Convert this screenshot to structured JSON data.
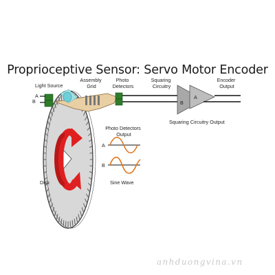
{
  "title": "Proprioceptive Sensor: Servo Motor Encoder",
  "labels": {
    "light_source": "Light Source",
    "assembly_grid": [
      "Assembly",
      "Grid"
    ],
    "photo_detectors": [
      "Photo",
      "Detectors"
    ],
    "squaring_circuitry": [
      "Squaring",
      "Circuitry"
    ],
    "encoder_output": [
      "Encoder",
      "Output"
    ],
    "photo_detectors_output": [
      "Photo Detectors",
      "Output"
    ],
    "squaring_circuitry_output": "Squaring Circuitry Output",
    "disk": "Disk",
    "sine_wave": "Sine Wave",
    "channel_a": "A",
    "channel_b": "B",
    "amp_a": "A",
    "amp_b": "B",
    "wave_a": "A",
    "wave_b": "B"
  },
  "watermark": "anhduongvina.vn",
  "colors": {
    "disk_fill": "#d8d8d8",
    "rotation_arrow": "#e02020",
    "green_block": "#2f7d2a",
    "amp_fill": "#a8a8a8",
    "wave_orange": "#e0761c",
    "line": "#111111"
  }
}
